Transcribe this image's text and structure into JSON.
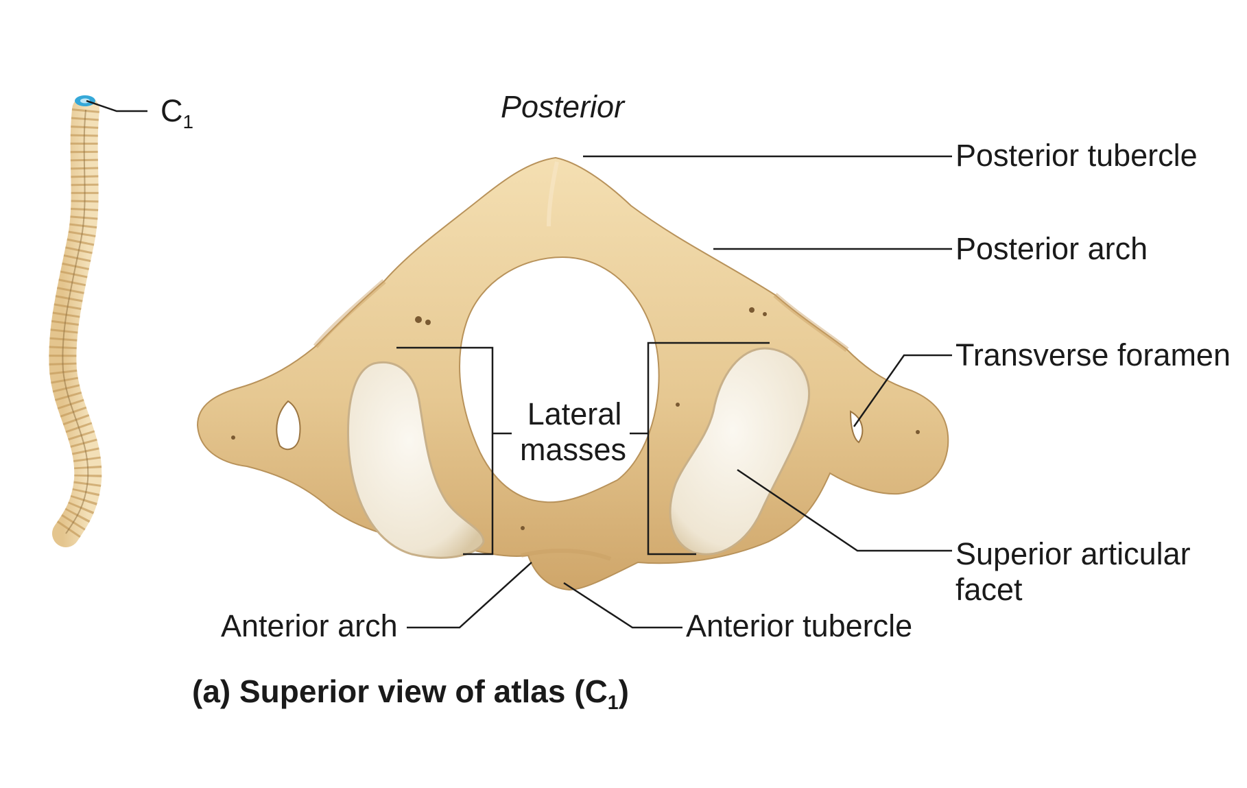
{
  "orientation_label": "Posterior",
  "spine_label": {
    "letter": "C",
    "number": "1"
  },
  "labels": {
    "posterior_tubercle": "Posterior tubercle",
    "posterior_arch": "Posterior arch",
    "transverse_foramen": "Transverse foramen",
    "lateral_masses_line1": "Lateral",
    "lateral_masses_line2": "masses",
    "superior_articular_facet_line1": "Superior articular",
    "superior_articular_facet_line2": "facet",
    "anterior_arch": "Anterior arch",
    "anterior_tubercle": "Anterior tubercle"
  },
  "caption": {
    "prefix": "(a) Superior view of atlas (C",
    "subscript": "1",
    "suffix": ")"
  },
  "colors": {
    "bone": "#e9cf9c",
    "bone_shadow": "#c9a064",
    "bone_highlight": "#f6e6c4",
    "facet": "#f3ede0",
    "highlight_vertebra": "#35a8d8",
    "leader_lines": "#1a1a1a"
  }
}
